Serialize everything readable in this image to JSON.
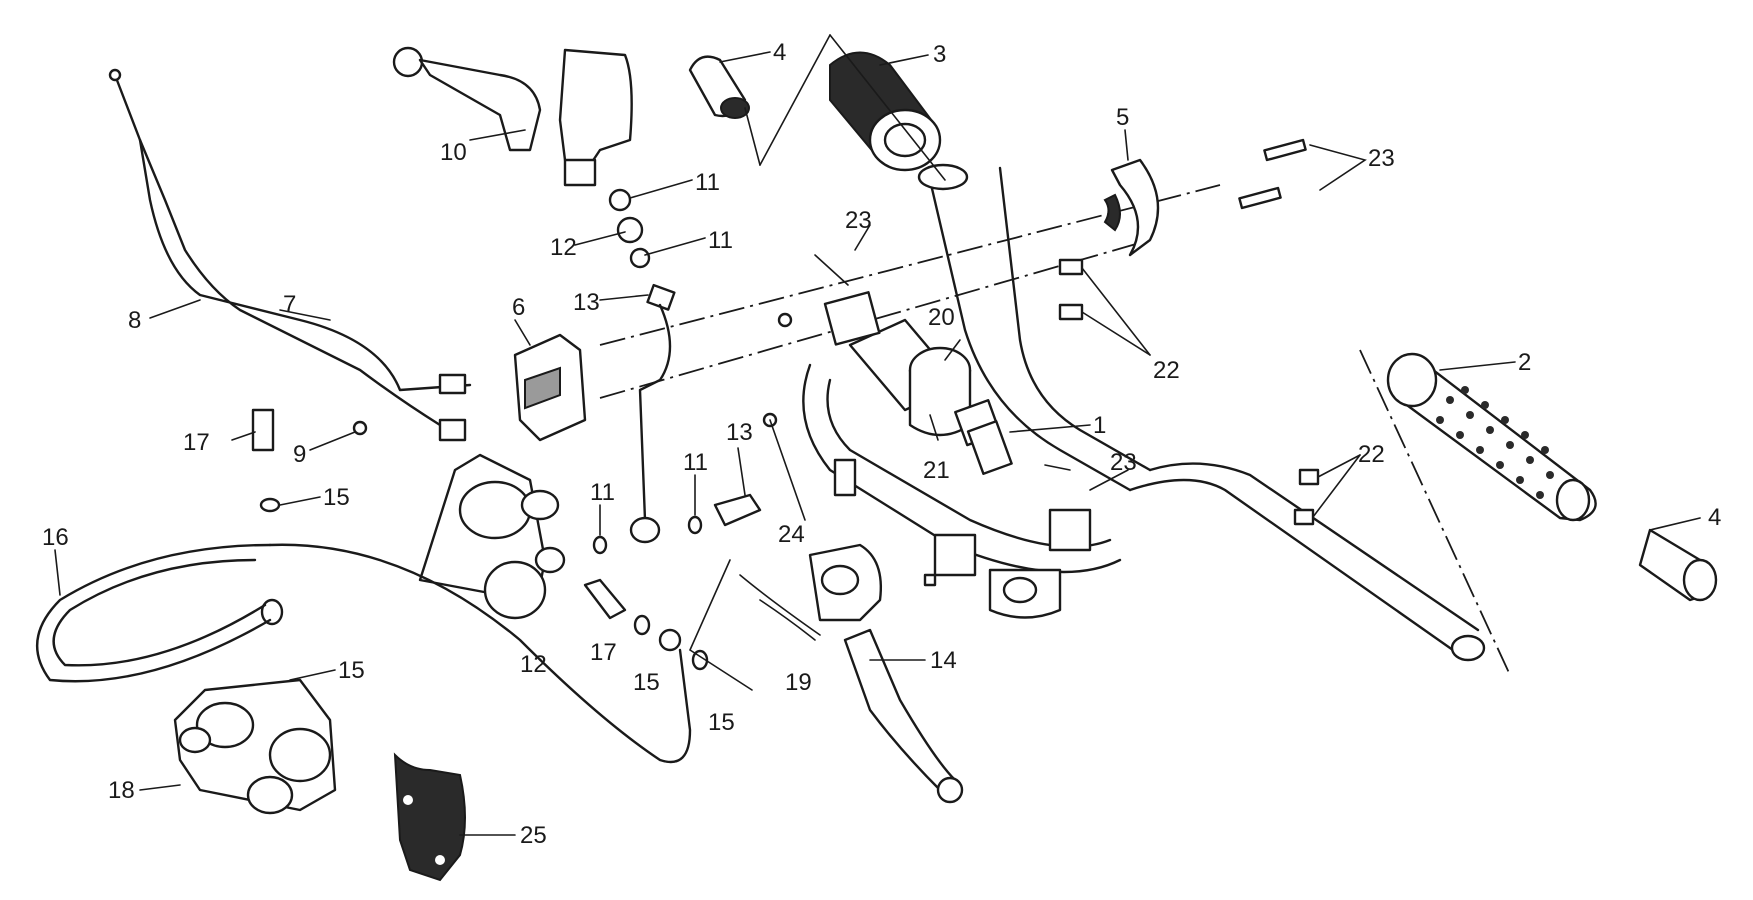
{
  "labels": {
    "l1": "1",
    "l2": "2",
    "l3": "3",
    "l4a": "4",
    "l4b": "4",
    "l5": "5",
    "l6": "6",
    "l7": "7",
    "l8": "8",
    "l9": "9",
    "l10": "10",
    "l11a": "11",
    "l11b": "11",
    "l11c": "11",
    "l11d": "11",
    "l12a": "12",
    "l12b": "12",
    "l13a": "13",
    "l13b": "13",
    "l14": "14",
    "l15a": "15",
    "l15b": "15",
    "l15c": "15",
    "l15d": "15",
    "l16": "16",
    "l17a": "17",
    "l17b": "17",
    "l18": "18",
    "l19": "19",
    "l20": "20",
    "l21": "21",
    "l22a": "22",
    "l22b": "22",
    "l23a": "23",
    "l23b": "23",
    "l23c": "23",
    "l24": "24",
    "l25": "25"
  }
}
